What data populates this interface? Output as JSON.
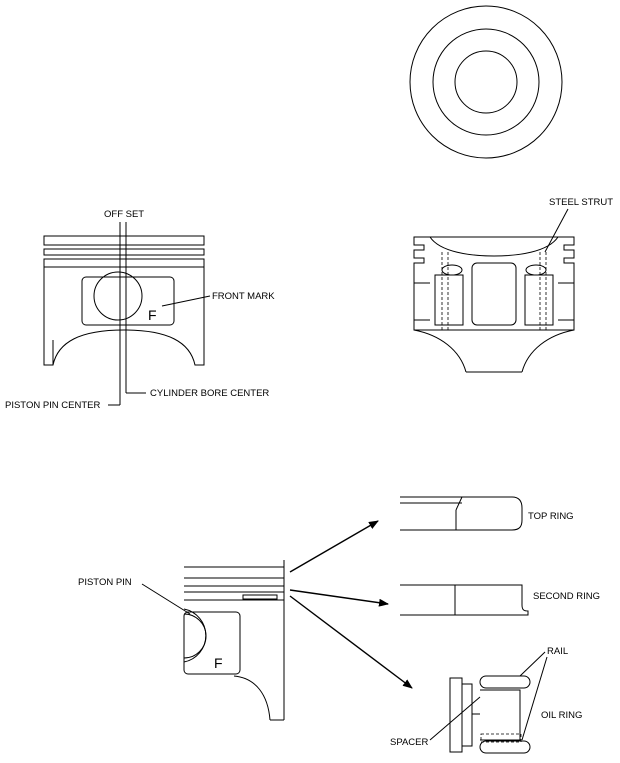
{
  "labels": {
    "off_set": "OFF SET",
    "front_mark": "FRONT MARK",
    "piston_pin_center": "PISTON PIN CENTER",
    "cylinder_bore_center": "CYLINDER BORE CENTER",
    "steel_strut": "STEEL STRUT",
    "piston_pin": "PISTON PIN",
    "top_ring": "TOP RING",
    "second_ring": "SECOND RING",
    "rail": "RAIL",
    "oil_ring": "OIL RING",
    "spacer": "SPACER",
    "mark_letter_1": "F",
    "mark_letter_2": "F"
  }
}
